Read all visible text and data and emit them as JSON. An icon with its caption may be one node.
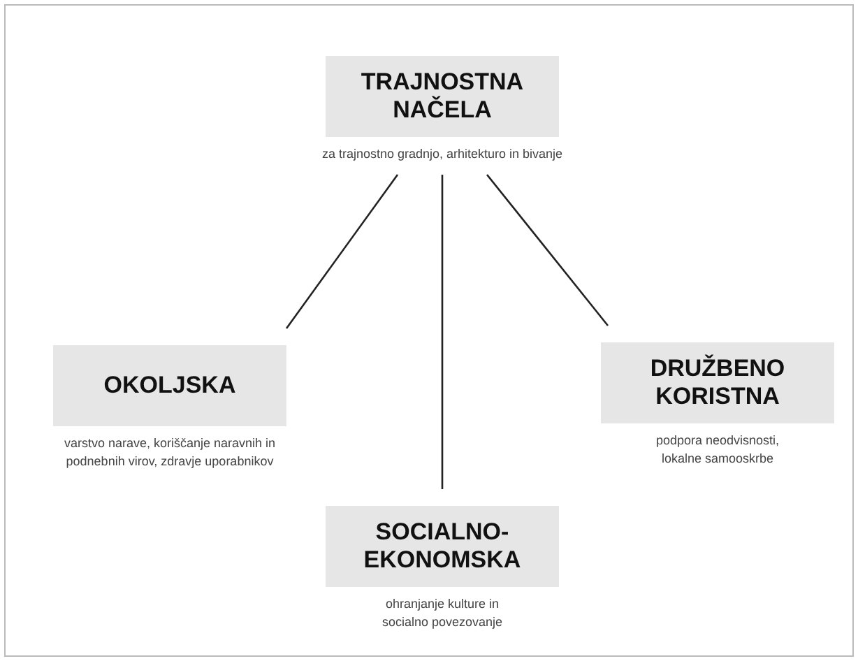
{
  "diagram": {
    "nodes": [
      {
        "text": [
          "TRAJNOSTNA NAČELA"
        ],
        "beside": [
          "za trajnostno gradnjo, arhitekturo in bivanje"
        ]
      },
      {
        "text": [
          "OKOLJSKA"
        ],
        "beside": [
          "varstvo narave, koriščanje naravnih in podnebnih virov, zdravje uporabnikov"
        ]
      },
      {
        "text": [
          "DRUŽBENO KORISTNA"
        ],
        "beside": [
          "podpora neodvisnosti, lokalne samooskrbe"
        ]
      },
      {
        "text": [
          "SOCIALNO- EKONOMSKA"
        ],
        "beside": [
          "ohranjanje kulture in socialno povezovanje"
        ]
      }
    ],
    "edges": [
      {
        "from": 0,
        "to": 1,
        "arrow": "none"
      },
      {
        "from": 0,
        "to": 3,
        "arrow": "none"
      },
      {
        "from": 0,
        "to": 2,
        "arrow": "none"
      }
    ]
  }
}
